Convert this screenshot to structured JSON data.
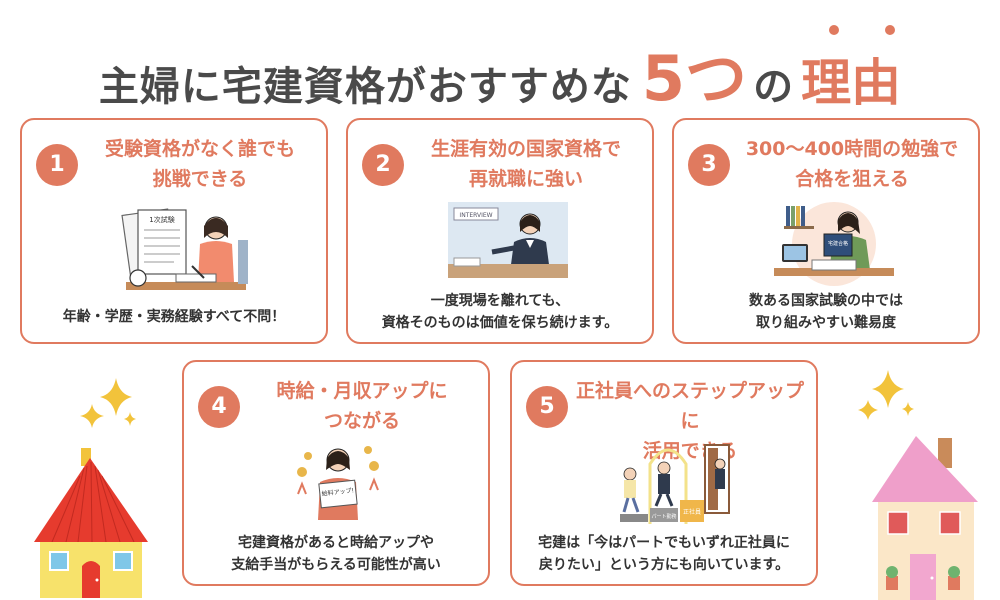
{
  "title": {
    "main": "主婦に宅建資格がおすすめな",
    "number": "5つ",
    "particle": "の",
    "emphasis": "理由"
  },
  "cards": [
    {
      "number": "1",
      "title_line1": "受験資格がなく誰でも",
      "title_line2": "挑戦できる",
      "desc_line1": "年齢・学歴・実務経験すべて不問！",
      "desc_line2": "",
      "illus_label": "1次試験"
    },
    {
      "number": "2",
      "title_line1": "生涯有効の国家資格で",
      "title_line2": "再就職に強い",
      "desc_line1": "一度現場を離れても、",
      "desc_line2": "資格そのものは価値を保ち続けます。",
      "illus_label": "INTERVIEW"
    },
    {
      "number": "3",
      "title_line1": "300〜400時間の勉強で",
      "title_line2": "合格を狙える",
      "desc_line1": "数ある国家試験の中では",
      "desc_line2": "取り組みやすい難易度",
      "illus_label": "宅建合格"
    },
    {
      "number": "4",
      "title_line1": "時給・月収アップに",
      "title_line2": "つながる",
      "desc_line1": "宅建資格があると時給アップや",
      "desc_line2": "支給手当がもらえる可能性が高い",
      "illus_label": "給料アップ!"
    },
    {
      "number": "5",
      "title_line1": "正社員へのステップアップに",
      "title_line2": "活用できる",
      "desc_line1": "宅建は「今はパートでもいずれ正社員に",
      "desc_line2": "戻りたい」という方にも向いています。",
      "illus_label_1": "パート勤務",
      "illus_label_2": "正社員"
    }
  ],
  "colors": {
    "accent": "#e07a5f",
    "text": "#333333",
    "title": "#4a4a4a"
  }
}
